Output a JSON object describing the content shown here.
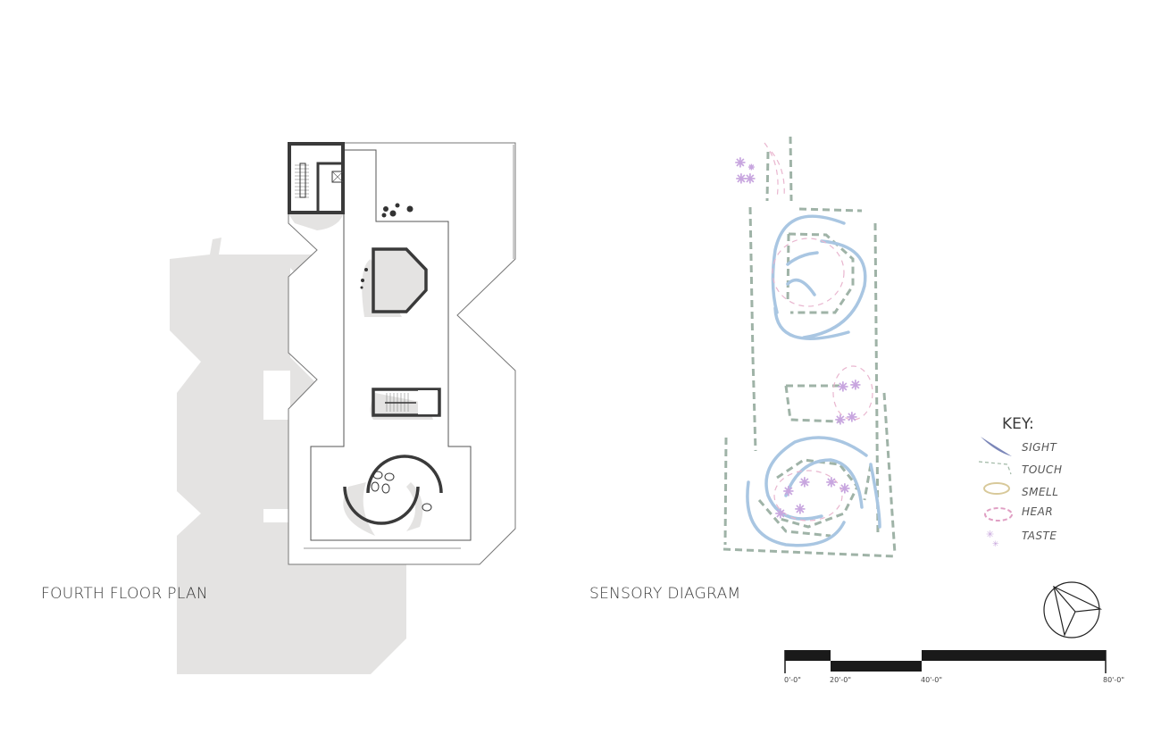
{
  "titles": {
    "floor_plan": "FOURTH FLOOR PLAN",
    "sensory_diagram": "SENSORY DIAGRAM"
  },
  "key": {
    "title": "KEY:",
    "items": [
      {
        "label": "SIGHT",
        "icon": "sight-stroke-icon",
        "color": "#7b86b8"
      },
      {
        "label": "TOUCH",
        "icon": "touch-dash-icon",
        "color": "#9fb7a4"
      },
      {
        "label": "SMELL",
        "icon": "smell-ring-icon",
        "color": "#d8c99a"
      },
      {
        "label": "HEAR",
        "icon": "hear-dashed-ring-icon",
        "color": "#e0a0c4"
      },
      {
        "label": "TASTE",
        "icon": "taste-star-icon",
        "color": "#c7a6dc"
      }
    ]
  },
  "scale_bar": {
    "labels": [
      "0'-0\"",
      "20'-0\"",
      "40'-0\"",
      "80'-0\""
    ]
  },
  "colors": {
    "ghost_fill": "#e4e3e2",
    "wall": "#3a3a3a",
    "outline": "#6a6a6a",
    "sight": "#a9c6e2",
    "touch": "#9fb3a7",
    "hear": "#e9b6cf",
    "taste": "#c8a6df"
  },
  "compass": {
    "icon": "north-arrow-icon"
  }
}
